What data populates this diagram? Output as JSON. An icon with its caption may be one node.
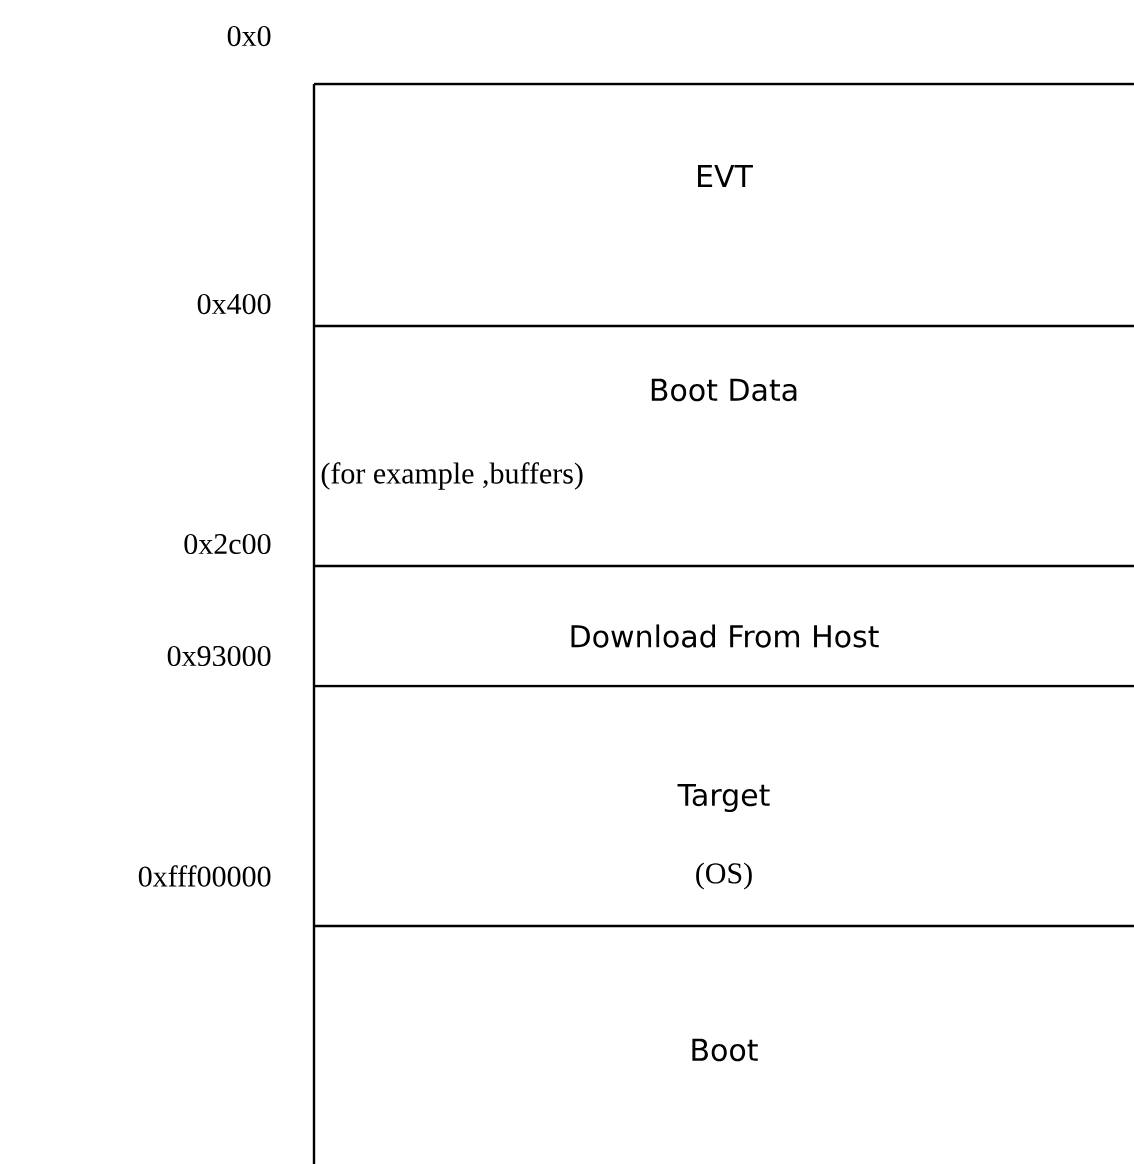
{
  "diagram": {
    "nodes": [
      {
        "text": [
          "EVT"
        ]
      },
      {
        "text": [
          "Boot Data",
          "(for example ,buffers)"
        ]
      },
      {
        "text": [
          "Download From Host"
        ]
      },
      {
        "text": [
          "Target",
          "(OS)"
        ]
      },
      {
        "text": [
          "Boot"
        ]
      }
    ],
    "labels": [
      "0x0",
      "0x400",
      "0x2c00",
      "0x93000",
      "0xfff00000"
    ]
  }
}
